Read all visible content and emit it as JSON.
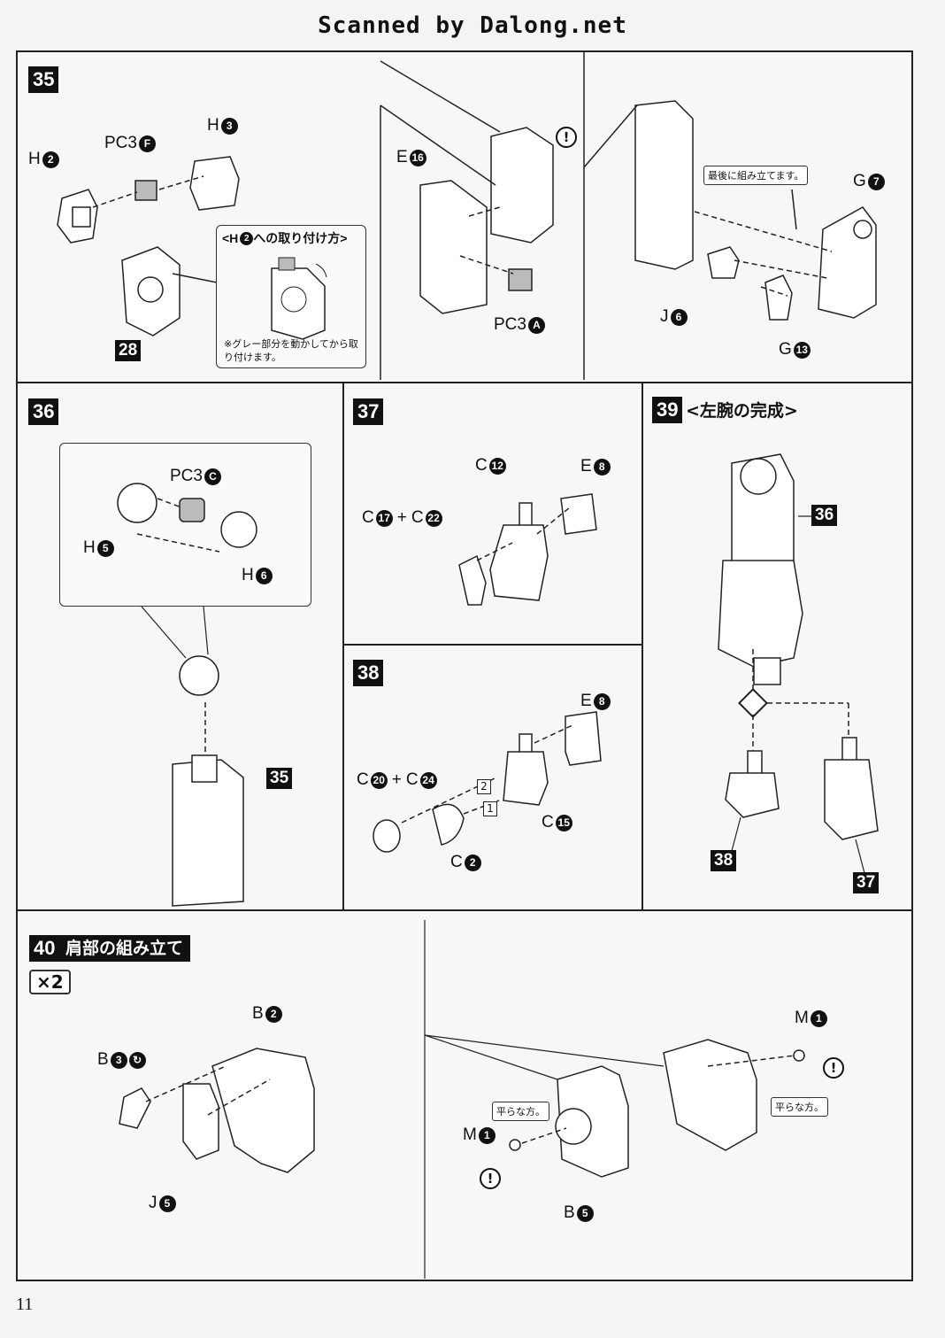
{
  "header": "Scanned by Dalong.net",
  "page_number": "11",
  "step35": {
    "num": "35",
    "inset_title_pre": "<H",
    "inset_title_circle": "2",
    "inset_title_post": "への取り付け方>",
    "inset_note": "※グレー部分を動かしてから取り付けます。",
    "callout": "最後に組み立てます。",
    "tag": "28",
    "labels": [
      {
        "l": "H",
        "c": "2"
      },
      {
        "l": "PC3",
        "c": "F"
      },
      {
        "l": "H",
        "c": "3"
      },
      {
        "l": "E",
        "c": "16"
      },
      {
        "l": "PC3",
        "c": "A"
      },
      {
        "l": "G",
        "c": "7"
      },
      {
        "l": "J",
        "c": "6"
      },
      {
        "l": "G",
        "c": "13"
      }
    ]
  },
  "step36": {
    "num": "36",
    "tag": "35",
    "labels": [
      {
        "l": "PC3",
        "c": "C"
      },
      {
        "l": "H",
        "c": "5"
      },
      {
        "l": "H",
        "c": "6"
      }
    ]
  },
  "step37": {
    "num": "37",
    "labels": [
      {
        "l": "C",
        "c": "12"
      },
      {
        "l": "E",
        "c": "8"
      },
      {
        "l": "C",
        "c": "17"
      },
      {
        "l": "C",
        "c": "22"
      }
    ],
    "plus": "+"
  },
  "step38": {
    "num": "38",
    "labels": [
      {
        "l": "E",
        "c": "8"
      },
      {
        "l": "C",
        "c": "20"
      },
      {
        "l": "C",
        "c": "24"
      },
      {
        "l": "C",
        "c": "15"
      },
      {
        "l": "C",
        "c": "2"
      }
    ],
    "plus": "+",
    "order": [
      "2",
      "1"
    ]
  },
  "step39": {
    "num": "39",
    "title": "<左腕の完成>",
    "tags": [
      "36",
      "38",
      "37"
    ]
  },
  "step40": {
    "num": "40",
    "title": "肩部の組み立て",
    "multiplier": "×2",
    "flat_note": "平らな方。",
    "labels": [
      {
        "l": "B",
        "c": "2"
      },
      {
        "l": "B",
        "c": "3"
      },
      {
        "l": "J",
        "c": "5"
      },
      {
        "l": "M",
        "c": "1"
      },
      {
        "l": "M",
        "c": "1"
      },
      {
        "l": "B",
        "c": "5"
      }
    ]
  },
  "colors": {
    "ink": "#111111",
    "paper": "#f4f4f2",
    "part_fill": "#ffffff",
    "part_gray": "#bdbdbd"
  }
}
